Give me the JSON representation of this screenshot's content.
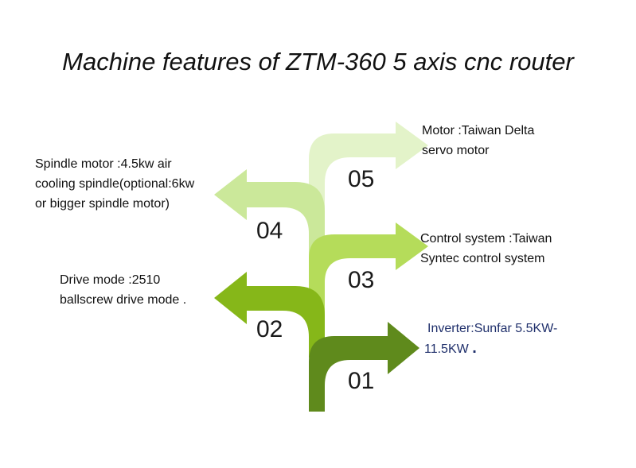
{
  "title": "Machine features of ZTM-360 5 axis cnc router",
  "colors": {
    "step01": "#5f8a1c",
    "step02": "#86b719",
    "step03": "#b5dc5a",
    "step04": "#cbe89a",
    "step05": "#e3f3c9",
    "blue_text": "#1f2f6b"
  },
  "features": [
    {
      "number": "01",
      "lines": [
        "Inverter:Sunfar 5.5KW-",
        "11.5KW"
      ],
      "suffix": "."
    },
    {
      "number": "02",
      "lines": [
        "Drive mode :2510",
        "ballscrew drive mode ."
      ]
    },
    {
      "number": "03",
      "lines": [
        "Control system :Taiwan",
        "Syntec control system"
      ]
    },
    {
      "number": "04",
      "lines": [
        "Spindle motor :4.5kw air",
        "cooling spindle(optional:6kw",
        "or bigger spindle motor)"
      ]
    },
    {
      "number": "05",
      "lines": [
        "Motor :Taiwan Delta",
        "servo motor"
      ]
    }
  ]
}
